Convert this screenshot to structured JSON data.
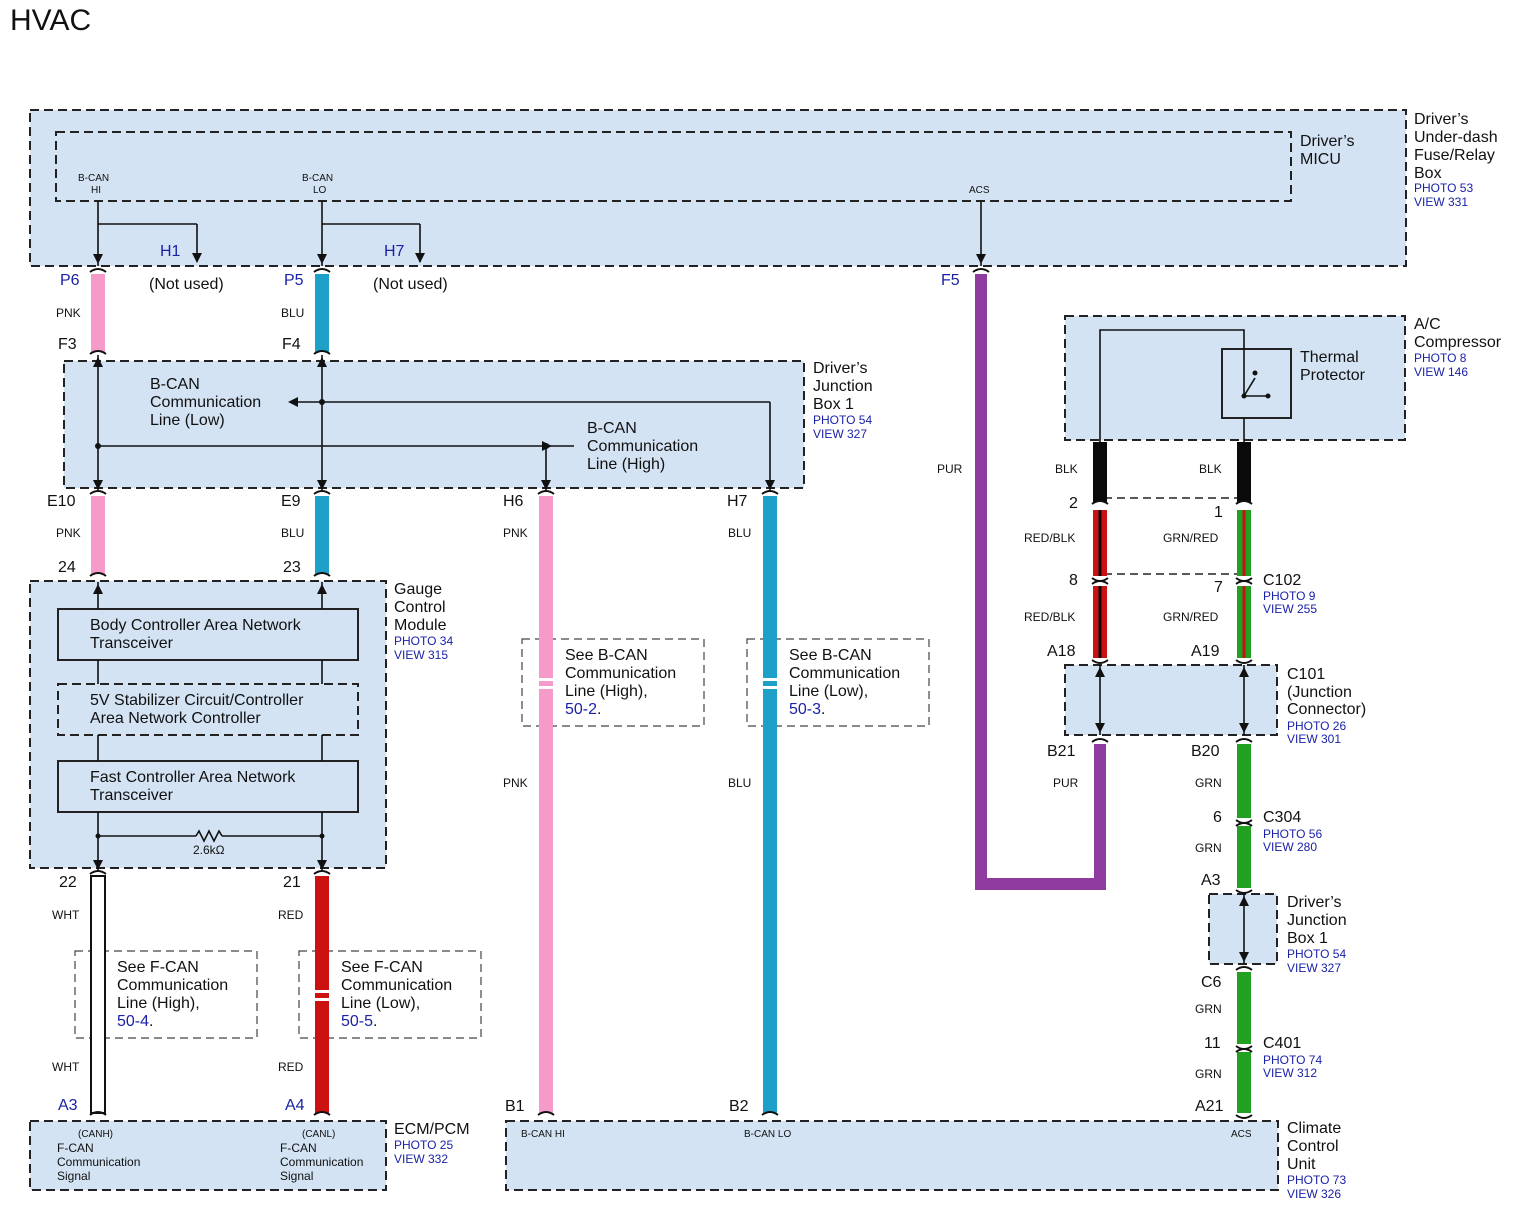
{
  "title": "HVAC",
  "colors": {
    "PNK": "#f59ac9",
    "BLU": "#1ea0c8",
    "PUR": "#8e3a9e",
    "BLK": "#0a0a0a",
    "RED": "#cc1111",
    "WHT": "#ffffff",
    "GRN": "#22a022",
    "box_fill": "#d3e3f3",
    "ref_blue": "#1a22a8"
  },
  "components": {
    "fuse_box": {
      "name": [
        "Driver’s",
        "Under-dash",
        "Fuse/Relay",
        "Box"
      ],
      "photo": "PHOTO 53",
      "view": "VIEW 331"
    },
    "micu": {
      "name": [
        "Driver’s",
        "MICU"
      ],
      "pin_bcan_hi": [
        "B-CAN",
        "HI"
      ],
      "pin_bcan_lo": [
        "B-CAN",
        "LO"
      ],
      "pin_acs": "ACS"
    },
    "junction_box_1": {
      "name": [
        "Driver’s",
        "Junction",
        "Box 1"
      ],
      "photo": "PHOTO 54",
      "view": "VIEW 327",
      "line_low": [
        "B-CAN",
        "Communication",
        "Line (Low)"
      ],
      "line_high": [
        "B-CAN",
        "Communication",
        "Line (High)"
      ]
    },
    "gauge": {
      "name": [
        "Gauge",
        "Control",
        "Module"
      ],
      "photo": "PHOTO 34",
      "view": "VIEW 315",
      "block1": [
        "Body Controller Area Network",
        "Transceiver"
      ],
      "block2": [
        "5V Stabilizer Circuit/Controller",
        "Area Network Controller"
      ],
      "block3": [
        "Fast Controller Area Network",
        "Transceiver"
      ],
      "resistor": "2.6kΩ"
    },
    "ecm": {
      "name": "ECM/PCM",
      "photo": "PHOTO 25",
      "view": "VIEW 332",
      "left_sub": "(CANH)",
      "left": [
        "F-CAN",
        "Communication",
        "Signal"
      ],
      "right_sub": "(CANL)",
      "right": [
        "F-CAN",
        "Communication",
        "Signal"
      ]
    },
    "compressor": {
      "name": [
        "A/C",
        "Compressor"
      ],
      "photo": "PHOTO 8",
      "view": "VIEW 146",
      "inner": [
        "Thermal",
        "Protector"
      ]
    },
    "c102": {
      "name": "C102",
      "photo": "PHOTO 9",
      "view": "VIEW 255"
    },
    "c101": {
      "name": [
        "C101",
        "(Junction",
        "Connector)"
      ],
      "photo": "PHOTO 26",
      "view": "VIEW 301"
    },
    "c304": {
      "name": "C304",
      "photo": "PHOTO 56",
      "view": "VIEW 280"
    },
    "junction_box_1b": {
      "name": [
        "Driver’s",
        "Junction",
        "Box 1"
      ],
      "photo": "PHOTO 54",
      "view": "VIEW 327"
    },
    "c401": {
      "name": "C401",
      "photo": "PHOTO 74",
      "view": "VIEW 312"
    },
    "climate": {
      "name": [
        "Climate",
        "Control",
        "Unit"
      ],
      "photo": "PHOTO 73",
      "view": "VIEW 326",
      "pin_hi": "B-CAN HI",
      "pin_lo": "B-CAN LO",
      "pin_acs": "ACS"
    }
  },
  "notes": {
    "bcan_high": {
      "lines": [
        "See B-CAN",
        "Communication",
        "Line (High),"
      ],
      "ref": "50-2"
    },
    "bcan_low": {
      "lines": [
        "See B-CAN",
        "Communication",
        "Line (Low),"
      ],
      "ref": "50-3"
    },
    "fcan_high": {
      "lines": [
        "See F-CAN",
        "Communication",
        "Line (High),"
      ],
      "ref": "50-4"
    },
    "fcan_low": {
      "lines": [
        "See F-CAN",
        "Communication",
        "Line (Low),"
      ],
      "ref": "50-5"
    }
  },
  "not_used": "(Not used)",
  "pins": {
    "H1": "H1",
    "H7a": "H7",
    "P6": "P6",
    "P5": "P5",
    "F5": "F5",
    "F3": "F3",
    "F4": "F4",
    "E10": "E10",
    "E9": "E9",
    "H6": "H6",
    "H7": "H7",
    "p24": "24",
    "p23": "23",
    "p22": "22",
    "p21": "21",
    "A3": "A3",
    "A4": "A4",
    "B1": "B1",
    "B2": "B2",
    "p2": "2",
    "p1": "1",
    "p8": "8",
    "p7": "7",
    "A18": "A18",
    "A19": "A19",
    "B21": "B21",
    "B20": "B20",
    "p6": "6",
    "A3b": "A3",
    "C6": "C6",
    "p11": "11",
    "A21": "A21"
  },
  "wire_labels": {
    "pnk1": "PNK",
    "blu1": "BLU",
    "pnk2": "PNK",
    "blu2": "BLU",
    "pnk3": "PNK",
    "blu3": "BLU",
    "pnk4": "PNK",
    "blu4": "BLU",
    "wht1": "WHT",
    "red1": "RED",
    "wht2": "WHT",
    "red2": "RED",
    "pur1": "PUR",
    "pur2": "PUR",
    "blk1": "BLK",
    "blk2": "BLK",
    "redblk1": "RED/BLK",
    "grnred1": "GRN/RED",
    "redblk2": "RED/BLK",
    "grnred2": "GRN/RED",
    "grn1": "GRN",
    "grn2": "GRN",
    "grn3": "GRN",
    "grn4": "GRN"
  }
}
